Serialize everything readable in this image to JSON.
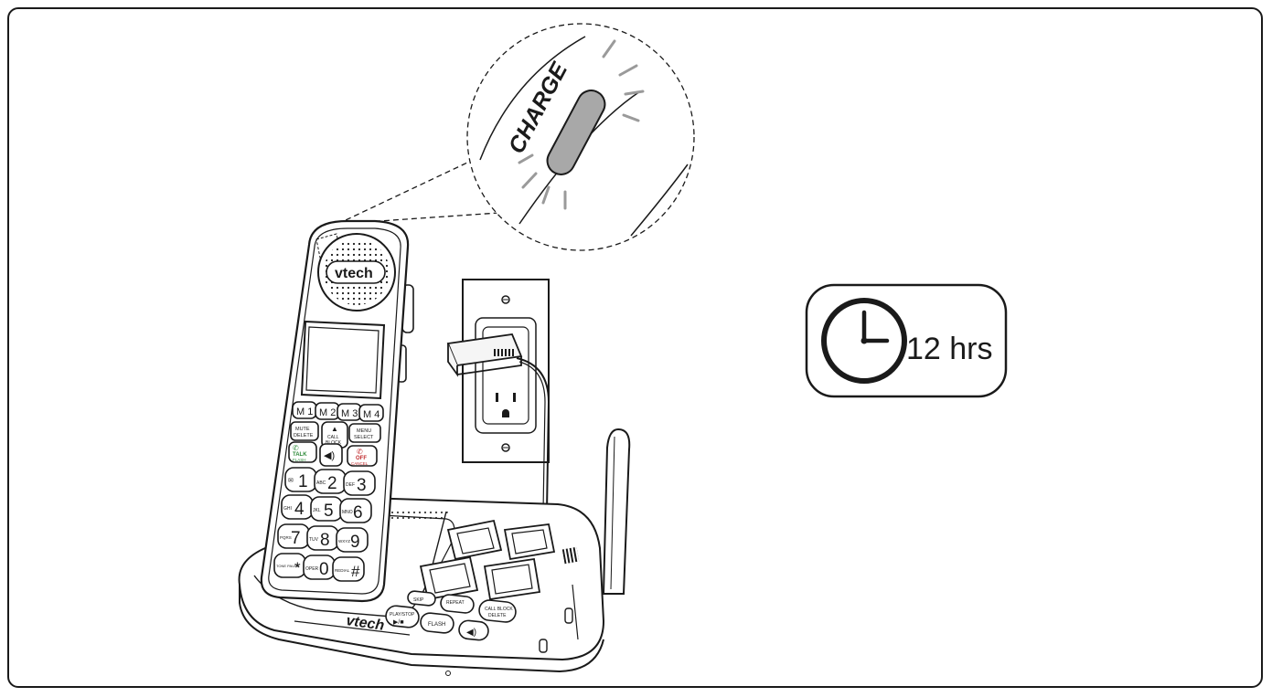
{
  "zoom_callout": {
    "charge_label": "CHARGE"
  },
  "timer_badge": {
    "icon": "clock-icon",
    "duration": "12 hrs"
  },
  "handset": {
    "brand": "vtech",
    "memory_keys": [
      "M 1",
      "M 2",
      "M 3",
      "M 4"
    ],
    "mute_delete": [
      "MUTE",
      "DELETE"
    ],
    "call_block": [
      "CALL",
      "BLOCK"
    ],
    "menu_select": [
      "MENU",
      "SELECT"
    ],
    "talk_flash": [
      "TALK",
      "FLASH"
    ],
    "off_cancel": [
      "OFF",
      "CANCEL"
    ],
    "keypad": [
      {
        "digit": "1",
        "letters": "✉"
      },
      {
        "digit": "2",
        "letters": "ABC"
      },
      {
        "digit": "3",
        "letters": "DEF"
      },
      {
        "digit": "4",
        "letters": "GHI"
      },
      {
        "digit": "5",
        "letters": "JKL"
      },
      {
        "digit": "6",
        "letters": "MNO"
      },
      {
        "digit": "7",
        "letters": "PQRS"
      },
      {
        "digit": "8",
        "letters": "TUV"
      },
      {
        "digit": "9",
        "letters": "WXYZ"
      },
      {
        "digit": "*",
        "letters": "TONE PAUSE"
      },
      {
        "digit": "0",
        "letters": "OPER"
      },
      {
        "digit": "#",
        "letters": "REDIAL"
      }
    ]
  },
  "base_unit": {
    "brand": "vtech",
    "buttons": {
      "play_stop": "PLAY/STOP",
      "repeat": "REPEAT",
      "skip": "SKIP",
      "call_block_delete": [
        "CALL BLOCK",
        "DELETE"
      ],
      "flash": "FLASH"
    }
  },
  "colors": {
    "line": "#1a1a1a",
    "led": "#a8a8a8",
    "talk": "#2e8b3a",
    "off": "#c0292b"
  }
}
